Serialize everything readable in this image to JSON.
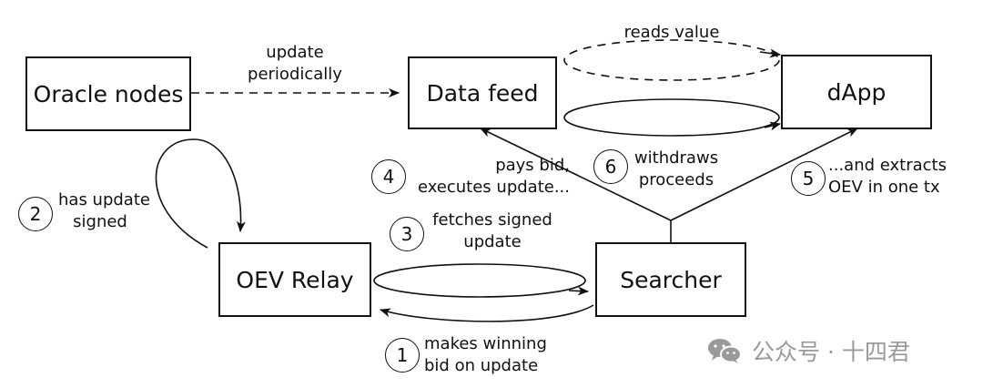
{
  "nodes": {
    "oracle_nodes": "Oracle nodes",
    "data_feed": "Data feed",
    "dapp": "dApp",
    "oev_relay": "OEV Relay",
    "searcher": "Searcher"
  },
  "edges": {
    "update_periodically": [
      "update",
      "periodically"
    ],
    "reads_value": "reads value",
    "has_update_signed": [
      "has update",
      "signed"
    ],
    "pays_bid": [
      "pays bid,",
      "executes update..."
    ],
    "withdraws_proceeds": [
      "withdraws",
      "proceeds"
    ],
    "extracts_oev": [
      "...and extracts",
      "OEV in one tx"
    ],
    "fetches_signed_update": [
      "fetches signed",
      "update"
    ],
    "makes_winning_bid": [
      "makes winning",
      "bid on update"
    ]
  },
  "steps": {
    "s1": "1",
    "s2": "2",
    "s3": "3",
    "s4": "4",
    "s5": "5",
    "s6": "6"
  },
  "watermark": {
    "icon": "wechat-icon",
    "text": "公众号 · 十四君",
    "color": "#9a9a9a"
  }
}
